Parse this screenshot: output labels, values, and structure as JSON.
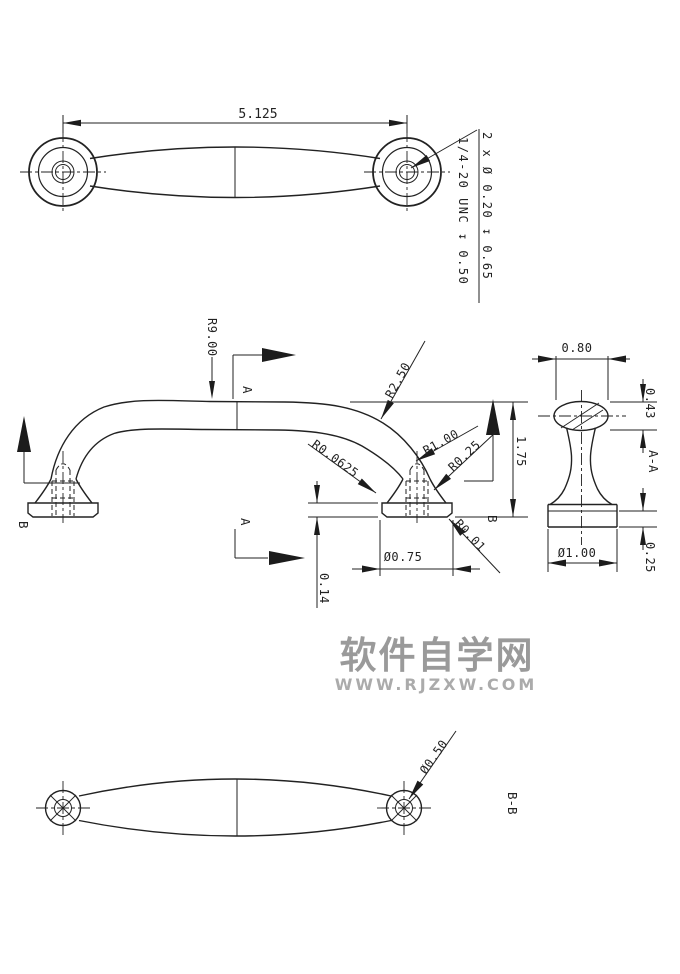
{
  "drawing": {
    "top_view": {
      "overall_length": "5.125",
      "thread_note_line1": "2 x Ø 0.20 ↧ 0.65",
      "thread_note_line2": "1/4-20 UNC ↧ 0.50"
    },
    "front_view": {
      "radius_top": "R9.00",
      "radius_bend": "R2.50",
      "radius_inner_bend": "R1.00",
      "radius_foot_fillet": "R0.25",
      "radius_neck_fillet": "R0.0625",
      "radius_base_edge": "R0.01",
      "overall_height": "1.75",
      "base_plate_thickness": "0.14",
      "foot_diameter": "Ø0.75",
      "section_a_label": "A",
      "section_b_label": "B"
    },
    "section_aa": {
      "label": "A-A",
      "grip_width": "0.80",
      "grip_thickness": "0.43",
      "base_height": "0.25",
      "base_diameter": "Ø1.00"
    },
    "section_bb": {
      "label": "B-B",
      "hole_diameter": "Ø0.50"
    }
  },
  "watermark": {
    "site_name": "软件自学网",
    "site_url": "WWW.RJZXW.COM"
  },
  "colors": {
    "line": "#222222",
    "watermark_primary": "#9a9a9a",
    "watermark_secondary": "#ababab"
  }
}
